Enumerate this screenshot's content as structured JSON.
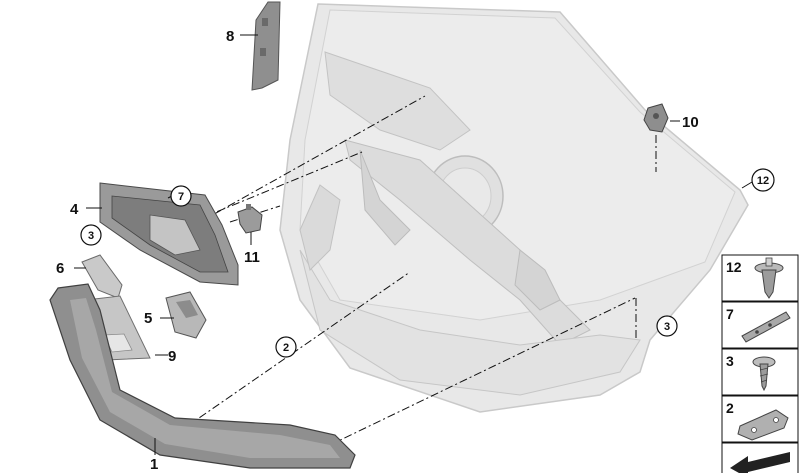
{
  "diagram": {
    "callouts": {
      "p1": "1",
      "p2": "2",
      "p3a": "3",
      "p3b": "3",
      "p4": "4",
      "p5": "5",
      "p6": "6",
      "p7": "7",
      "p8": "8",
      "p9": "9",
      "p10": "10",
      "p11": "11",
      "p12": "12"
    },
    "legend": [
      {
        "number": "12",
        "icon": "push-rivet-icon"
      },
      {
        "number": "7",
        "icon": "clip-strip-icon"
      },
      {
        "number": "3",
        "icon": "screw-icon"
      },
      {
        "number": "2",
        "icon": "bracket-icon"
      },
      {
        "number": "",
        "icon": "arrow-icon"
      }
    ],
    "colors": {
      "panel_fill": "#e6e6e6",
      "panel_stroke": "#c8c8c8",
      "part_dark": "#8f8f8f",
      "part_mid": "#b3b3b3",
      "part_light": "#d6d6d6",
      "line": "#111111"
    }
  }
}
